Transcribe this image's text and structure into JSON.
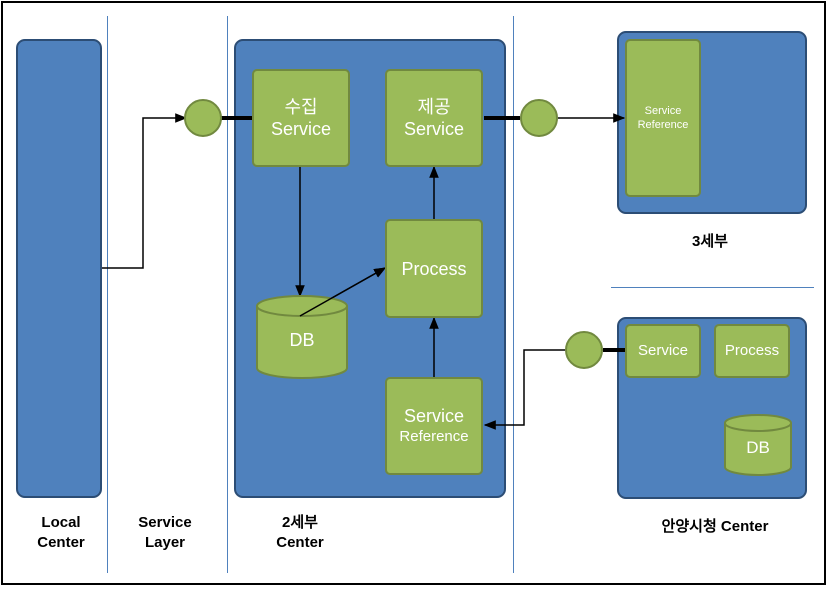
{
  "labels": {
    "local": [
      "Local",
      "Center"
    ],
    "service_layer": [
      "Service",
      "Layer"
    ],
    "center2": [
      "2세부",
      "Center"
    ],
    "center3": "3세부",
    "anyang": "안양시청 Center"
  },
  "boxes": {
    "collect": [
      "수집",
      "Service"
    ],
    "provide": [
      "제공",
      "Service"
    ],
    "process": "Process",
    "db_center": "DB",
    "service_ref_center": [
      "Service",
      "Reference"
    ],
    "service_ref_3": [
      "Service",
      "Reference"
    ],
    "anyang_service": "Service",
    "anyang_process": "Process",
    "anyang_db": "DB"
  },
  "colors": {
    "container": "#4f81bd",
    "component": "#9bbb59",
    "connector": "#9bbb59"
  }
}
